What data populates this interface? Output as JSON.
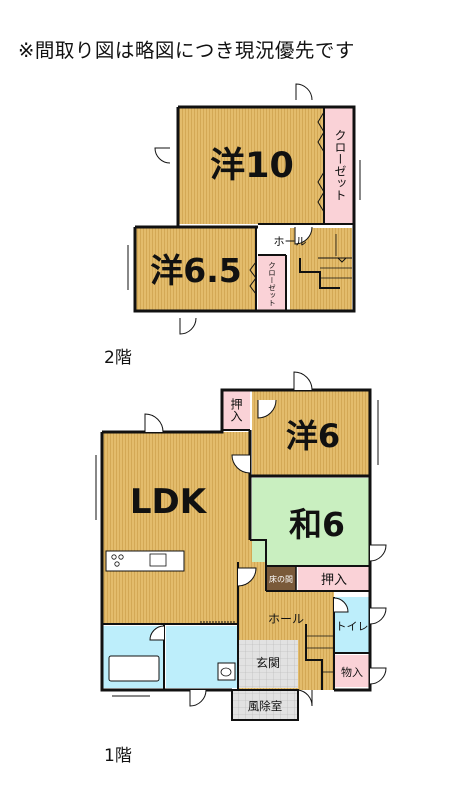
{
  "note": "※間取り図は略図につき現況優先です",
  "floor2": {
    "label": "2階",
    "rooms": {
      "western10": "洋10",
      "western65": "洋6.5",
      "closet_large": "クローゼット",
      "closet_small": "クローゼット",
      "hall": "ホール"
    }
  },
  "floor1": {
    "label": "1階",
    "rooms": {
      "ldk": "LDK",
      "western6": "洋6",
      "japanese6": "和6",
      "oshiire_top": "押入",
      "oshiire": "押入",
      "tokonoma": "床の間",
      "hall": "ホール",
      "toilet": "トイレ",
      "genkan": "玄関",
      "storage": "物入",
      "windbreak": "風除室"
    }
  },
  "colors": {
    "wood": "#e3bc6c",
    "tatami": "#c9efc0",
    "closet": "#fad2d7",
    "water": "#bdeefb",
    "wall": "#111111",
    "tile": "#dcdcdc"
  }
}
